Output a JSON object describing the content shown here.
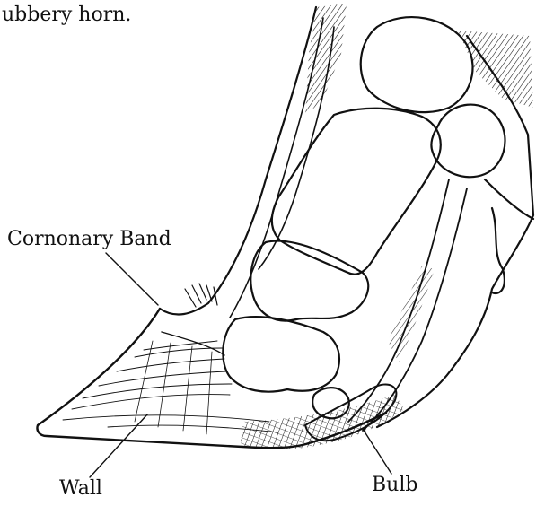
{
  "caption_fragment": "ubbery horn.",
  "labels": {
    "coronary_band": "Cornonary Band",
    "wall": "Wall",
    "bulb": "Bulb"
  },
  "colors": {
    "ink": "#111111",
    "paper": "#ffffff"
  }
}
